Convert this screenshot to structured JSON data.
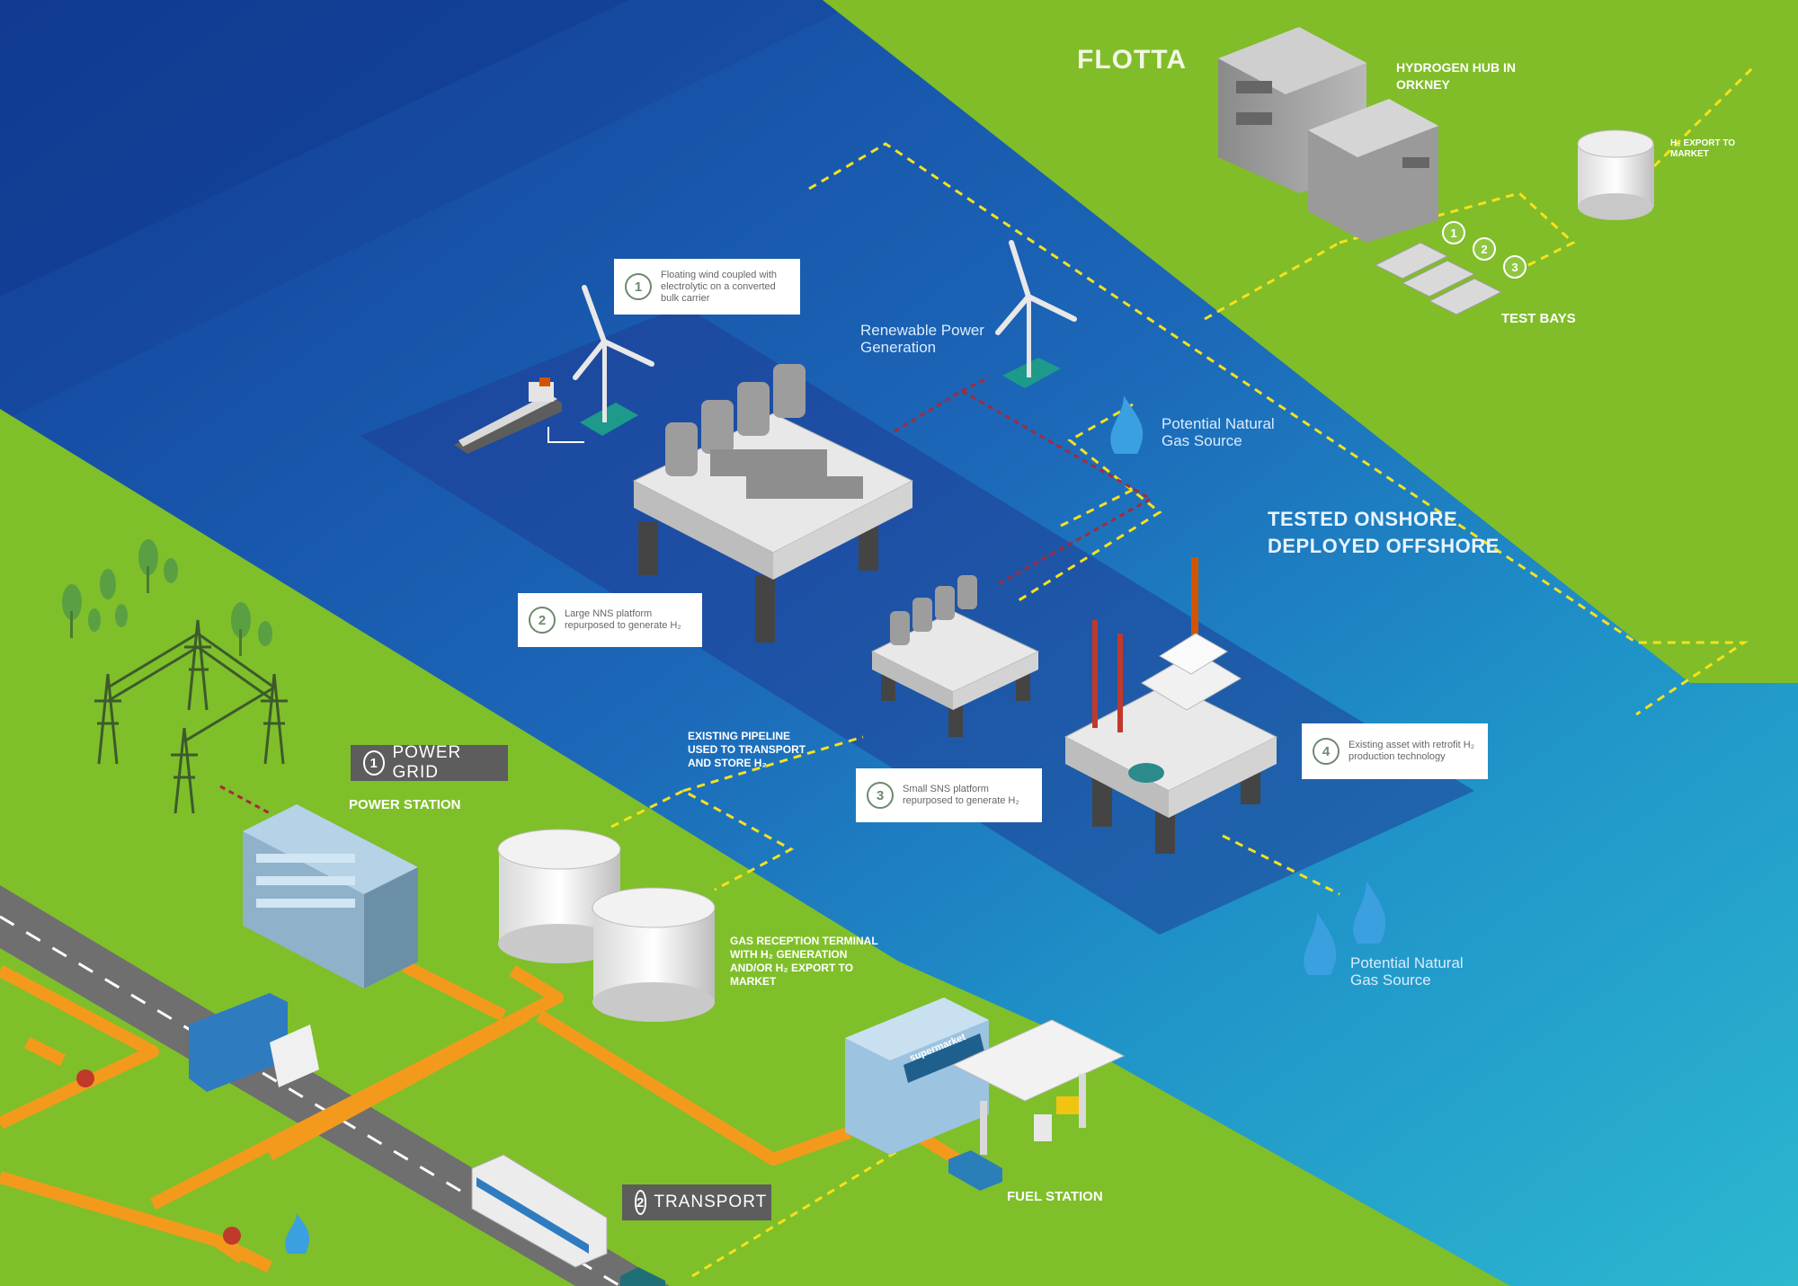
{
  "labels": {
    "flotta": "FLOTTA",
    "hydrogen_hub": "HYDROGEN HUB IN ORKNEY",
    "h2_export": "H₂ EXPORT TO MARKET",
    "test_bays": "TEST BAYS",
    "test_bay_numbers": [
      "1",
      "2",
      "3"
    ],
    "renewable": "Renewable Power Generation",
    "gas_source_upper": "Potential Natural Gas Source",
    "gas_source_lower": "Potential Natural Gas Source",
    "tested": "TESTED ONSHORE DEPLOYED OFFSHORE",
    "existing_pipeline": "EXISTING PIPELINE USED TO TRANSPORT AND STORE H₂",
    "gas_reception": "GAS RECEPTION TERMINAL WITH H₂ GENERATION AND/OR H₂ EXPORT TO MARKET",
    "power_station": "POWER STATION",
    "fuel_station": "FUEL STATION",
    "supermarket": "supermarket"
  },
  "callouts": [
    {
      "num": "1",
      "text": "Floating wind coupled with electrolytic on a converted bulk carrier"
    },
    {
      "num": "2",
      "text": "Large NNS platform repurposed to generate H₂"
    },
    {
      "num": "3",
      "text": "Small SNS platform repurposed to generate H₂"
    },
    {
      "num": "4",
      "text": "Existing asset with retrofit H₂ production technology"
    }
  ],
  "badges": [
    {
      "num": "1",
      "text": "POWER GRID"
    },
    {
      "num": "2",
      "text": "TRANSPORT"
    }
  ],
  "colors": {
    "sea_deep": "#1a4fa3",
    "sea_light": "#2ab0cf",
    "land": "#7fbf2a",
    "route_dashed": "#f5e11e",
    "power_route": "#a02a3a",
    "pipeline": "#f39a1d"
  },
  "icons": [
    "wind-turbine-icon",
    "flame-icon",
    "ship-icon",
    "platform-icon",
    "oil-rig-icon",
    "storage-tank-icon",
    "truck-icon",
    "bus-icon",
    "car-icon",
    "pylon-icon",
    "tree-icon"
  ]
}
